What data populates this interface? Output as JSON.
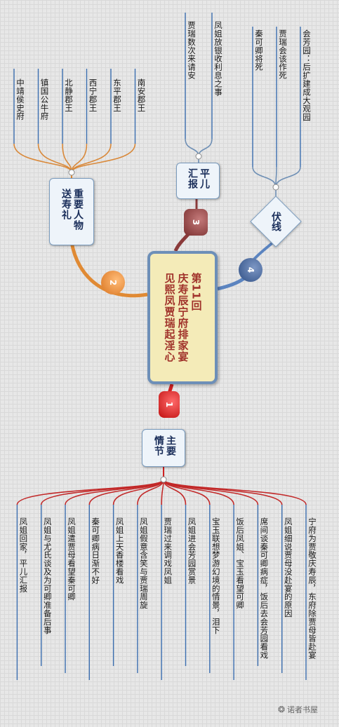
{
  "center": {
    "title": "第11回",
    "subtitle": "庆寿辰宁府排家宴\n见熙凤贾瑞起淫心"
  },
  "branches": [
    {
      "number": "1",
      "label": "主要情节",
      "items": [
        "宁府为贾敬庆寿辰，东府除贾母皆赴宴",
        "凤姐细说贾母没赴宴的原因",
        "席间谈秦可卿病症，饭后去会芳园看戏",
        "饭后凤姐、宝玉看望可卿",
        "宝玉联想梦游幻境的情景，泪下",
        "凤姐进会芳园赏景",
        "贾瑞过来调戏凤姐",
        "凤姐假意含笑与贾瑞周旋",
        "凤姐上天香楼看戏",
        "秦可卿病日渐不好",
        "凤姐遣贾母看望秦可卿",
        "凤姐与尤氏谈及为可卿准备后事",
        "凤姐回家，平儿汇报"
      ]
    },
    {
      "number": "2",
      "label": "重要人物送寿礼",
      "items": [
        "中靖侯史府",
        "镇国公牛府",
        "北静郡王",
        "西宁郡王",
        "东平郡王",
        "南安郡王"
      ]
    },
    {
      "number": "3",
      "label": "平儿汇报",
      "items": [
        "凤姐放银收利息之事",
        "贾瑞数次来请安"
      ]
    },
    {
      "number": "4",
      "label": "伏线",
      "items": [
        "会芳园：后扩建成大观园",
        "贾瑞会该作死",
        "秦可卿将死"
      ]
    }
  ],
  "watermark": "诺者书屋"
}
